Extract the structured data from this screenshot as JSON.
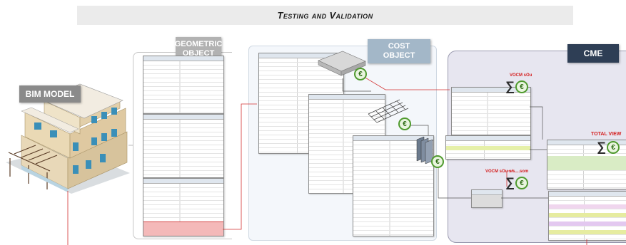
{
  "header": {
    "title": "Testing and Validation"
  },
  "labels": {
    "bim_model": "BIM MODEL",
    "geometric_object": "GEOMETRIC\nOBJECT",
    "cost_object": "COST\nOBJECT",
    "cme": "CME"
  },
  "annotations": {
    "sum_top": "VOCM sOu",
    "total_view": "TOTAL VIEW",
    "sum_mid": "VOCM sOu s/s....som"
  },
  "symbols": {
    "sigma": "∑",
    "euro": "€"
  },
  "colors": {
    "connector": "#d23030",
    "accent_green": "#4f9a2e",
    "cme_header": "#2e3e55",
    "cost_header": "#a3b7c8"
  }
}
